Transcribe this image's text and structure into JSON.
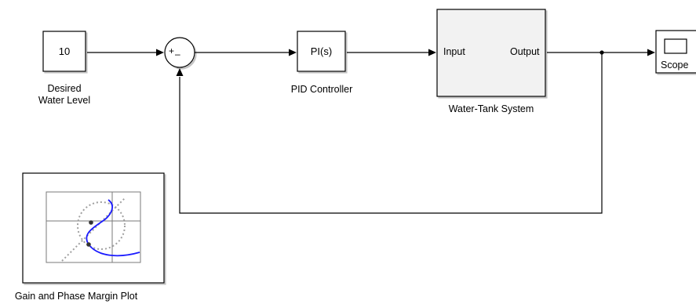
{
  "blocks": {
    "constant": {
      "value": "10",
      "label_line1": "Desired",
      "label_line2": "Water Level"
    },
    "sum": {
      "sign_plus": "+",
      "sign_minus": "–"
    },
    "pid": {
      "text": "PI(s)",
      "label": "PID Controller"
    },
    "tank": {
      "input_port": "Input",
      "output_port": "Output",
      "label": "Water-Tank System"
    },
    "scope": {
      "label": "Scope"
    },
    "margin_plot": {
      "label": "Gain and Phase Margin Plot"
    }
  },
  "colors": {
    "block_border": "#000000",
    "signal_line": "#000000",
    "tank_fill": "#f2f2f2",
    "plot_curve": "#1a1aff",
    "plot_grid": "#7a7a7a",
    "plot_dotted": "#a0a0a0"
  }
}
